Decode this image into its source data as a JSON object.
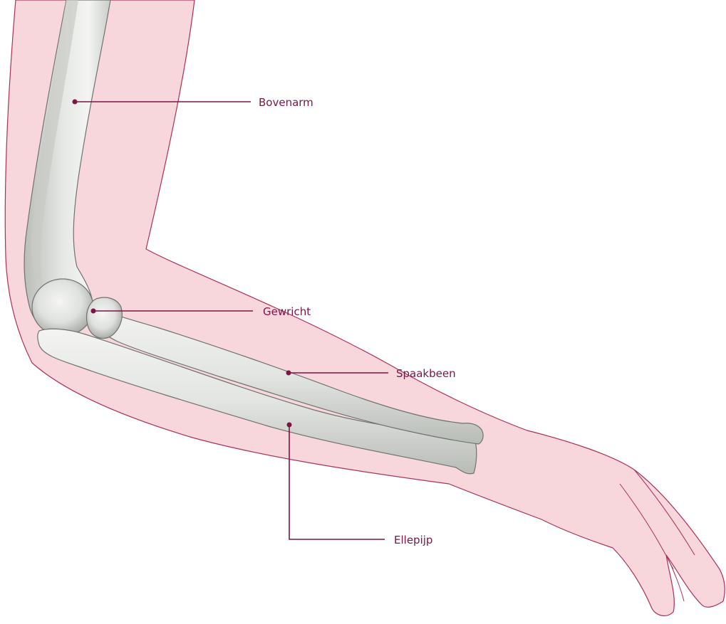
{
  "colors": {
    "skin_fill": "#f8d7dc",
    "skin_outline": "#a8325a",
    "bone_fill": "#e4e6e3",
    "bone_shadow": "#b9bdb8",
    "bone_highlight": "#f6f7f5",
    "label_color": "#7a1545",
    "background": "#ffffff"
  },
  "labels": {
    "humerus": "Bovenarm",
    "joint": "Gewricht",
    "radius": "Spaakbeen",
    "ulna": "Ellepijp"
  }
}
